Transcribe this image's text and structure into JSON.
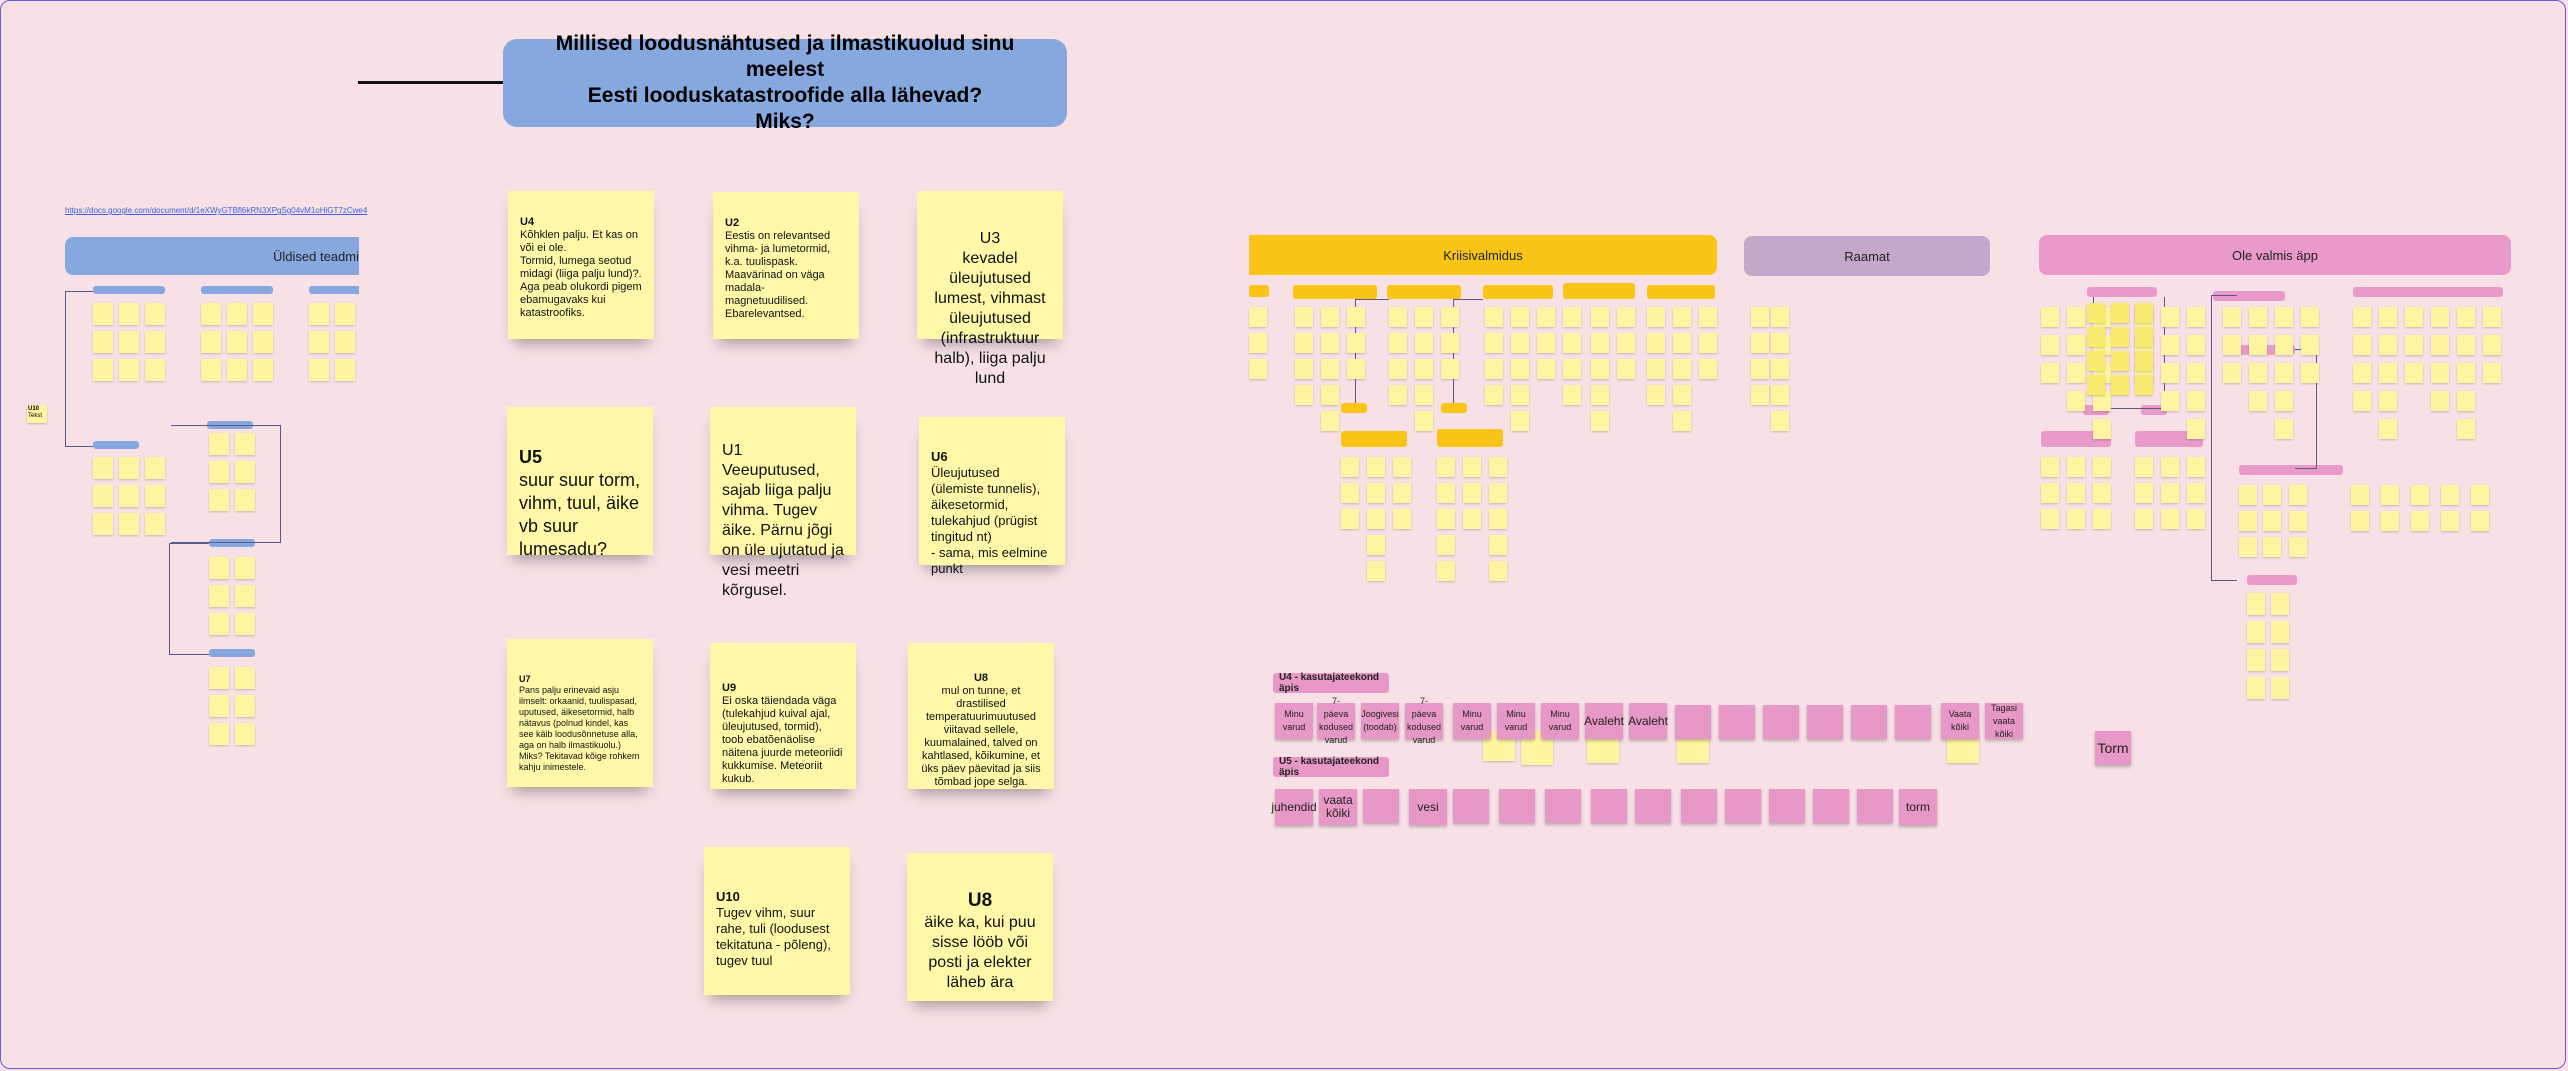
{
  "board": {
    "title": "Millised loodusnähtused ja ilmastikuolud sinu meelest\nEesti looduskatastroofide alla lähevad?\nMiks?",
    "link": "https://docs.google.com/document/d/1eXWyGTBfl6kRN3XPgSg04vM1oHiGT7zCwe4",
    "left_banner": "Üldised teadmi",
    "left_small_label": "U10",
    "left_small_sub": "Tekst"
  },
  "notes": [
    {
      "id": "u4",
      "heading": "U4",
      "text": "Kõhklen palju. Et kas on või ei ole.\nTormid, lumega seotud midagi (liiga palju lund)?.\nAga peab olukordi pigem ebamugavaks kui katastroofiks."
    },
    {
      "id": "u2",
      "heading": "U2",
      "text": "Eestis on relevantsed vihma- ja lumetormid, k.a. tuulispask.\nMaavärinad on väga madala-magnetuudilised. Ebarelevantsed."
    },
    {
      "id": "u3",
      "heading": "U3",
      "text": "kevadel üleujutused lumest, vihmast üleujutused (infrastruktuur halb), liiga palju lund"
    },
    {
      "id": "u5",
      "heading": "U5",
      "text": "suur suur torm, vihm, tuul, äike vb suur lumesadu?"
    },
    {
      "id": "u1",
      "heading": "U1",
      "text": "Veeuputused,  sajab liiga palju vihma. Tugev äike. Pärnu jõgi on üle ujutatud ja vesi meetri kõrgusel."
    },
    {
      "id": "u6",
      "heading": "U6",
      "text": "Üleujutused (ülemiste tunnelis), äikesetormid, tulekahjud (prügist tingitud nt)\n- sama, mis eelmine punkt"
    },
    {
      "id": "u7",
      "heading": "U7",
      "text": "Pans palju erinevaid asju ilmselt: orkaanid, tuulispasad, uputused, äikesetormid, halb nätavus (polnud kindel, kas see käib loodusõnnetuse alla, aga on halb ilmastikuolu.) Miks? Tekitavad kõige rohkem kahju inimestele."
    },
    {
      "id": "u9",
      "heading": "U9",
      "text": "Ei oska täiendada väga (tulekahjud kuival ajal, üleujutused, tormid), toob ebatõenäolise näitena juurde meteoriidi kukkumise. Meteoriit kukub."
    },
    {
      "id": "u8a",
      "heading": "U8",
      "text": "mul on tunne, et drastilised temperatuurimuutused viitavad sellele, kuumalained, talved on kahtlased, kõikumine, et üks päev päevitad ja siis tõmbad jope selga."
    },
    {
      "id": "u10",
      "heading": "U10",
      "text": "Tugev vihm, suur rahe, tuli (loodusest tekitatuna - põleng), tugev tuul"
    },
    {
      "id": "u8b",
      "heading": "U8",
      "text": "äike ka, kui puu sisse lööb või posti ja elekter läheb ära"
    }
  ],
  "banners": {
    "krisis": "Kriisivalmidus",
    "raamat": "Raamat",
    "app": "Ole valmis äpp"
  },
  "user_journeys": {
    "u4_label": "U4 - kasutajateekond äpis",
    "u5_label": "U5 - kasutajateekond äpis",
    "u4_cards": [
      "Minu varud",
      "7- päeva kodused varud",
      "Joogivesi (toodab)",
      "7- päeva kodused varud",
      "Minu varud",
      "Minu varud",
      "Minu varud",
      "Avaleht",
      "Avaleht",
      "Vaata kõiki",
      "Tagasi vaata kõiki"
    ],
    "u4_extra": "Torm",
    "u5_cards": [
      "juhendid",
      "vaata kõiki",
      "vesi",
      "torm"
    ]
  }
}
